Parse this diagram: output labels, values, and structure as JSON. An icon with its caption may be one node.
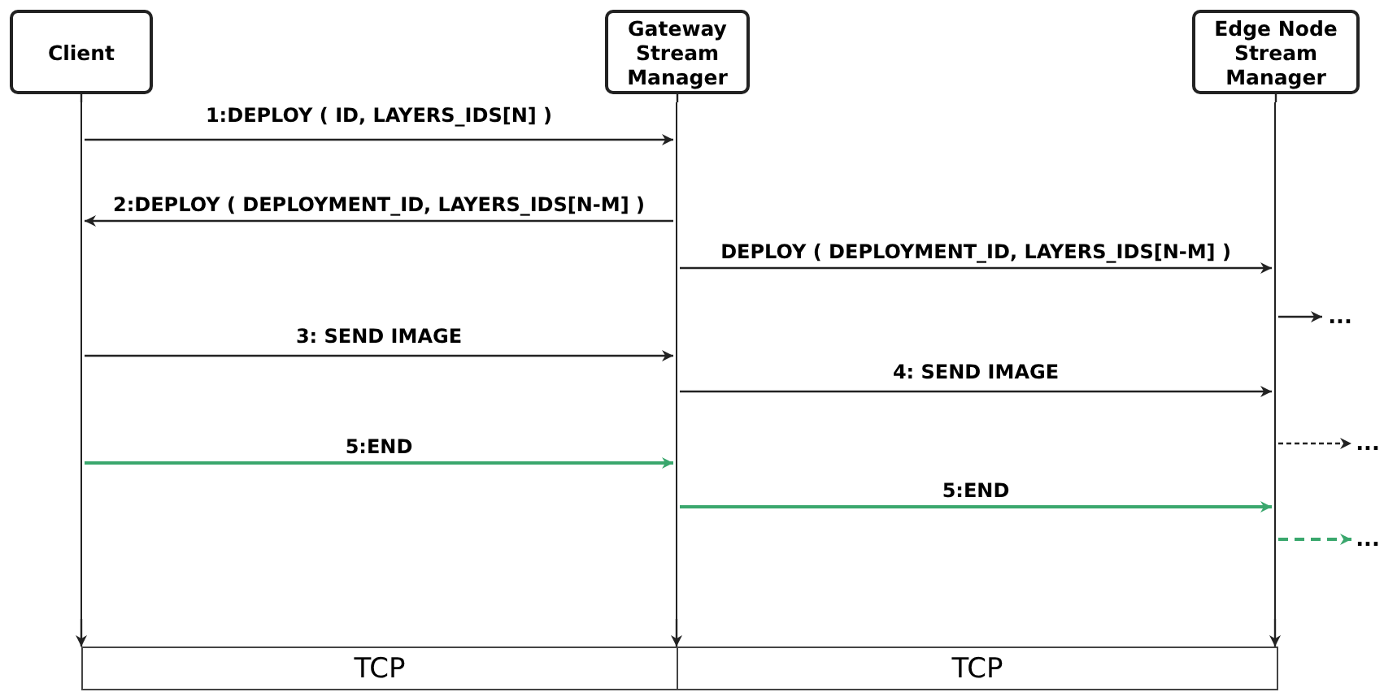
{
  "diagram": {
    "nodes": [
      {
        "text": [
          "Client"
        ]
      },
      {
        "text": [
          "Gateway Stream Manager"
        ]
      },
      {
        "text": [
          "Edge Node Stream Manager"
        ]
      },
      {
        "text": [
          "TCP"
        ]
      },
      {
        "text": [
          "TCP"
        ]
      },
      {
        "text": [
          "..."
        ]
      },
      {
        "text": [
          "..."
        ]
      },
      {
        "text": [
          "..."
        ]
      },
      {
        "text": [],
        "shape": "line"
      },
      {
        "text": [],
        "shape": "line"
      },
      {
        "text": [],
        "shape": "line"
      }
    ],
    "edges": [
      {
        "from": 0,
        "to": 8,
        "arrow": "none"
      },
      {
        "from": 8,
        "to": 3,
        "arrow": "to"
      },
      {
        "from": 1,
        "to": 9,
        "arrow": "none"
      },
      {
        "from": 9,
        "to": 4,
        "arrow": "to"
      },
      {
        "from": 2,
        "to": 10,
        "arrow": "none"
      },
      {
        "from": 10,
        "to": 4,
        "arrow": "to"
      },
      {
        "from": 8,
        "to": 9,
        "arrow": "to",
        "label": "1:DEPLOY ( ID, LAYERS_IDS[N] )"
      },
      {
        "from": 9,
        "to": 8,
        "arrow": "to",
        "label": "2:DEPLOY ( DEPLOYMENT_ID, LAYERS_IDS[N-M] )"
      },
      {
        "from": 9,
        "to": 10,
        "arrow": "to",
        "label": "DEPLOY ( DEPLOYMENT_ID, LAYERS_IDS[N-M] )"
      },
      {
        "from": 10,
        "to": 5,
        "arrow": "to"
      },
      {
        "from": 8,
        "to": 9,
        "arrow": "to",
        "label": "3: SEND IMAGE"
      },
      {
        "from": 9,
        "to": 10,
        "arrow": "to",
        "label": "4: SEND IMAGE"
      },
      {
        "from": 10,
        "to": 6,
        "arrow": "to",
        "style": "dashed"
      },
      {
        "from": 8,
        "to": 9,
        "arrow": "to",
        "label": "5:END",
        "color": "#3aa76d"
      },
      {
        "from": 9,
        "to": 10,
        "arrow": "to",
        "label": "5:END",
        "color": "#3aa76d"
      },
      {
        "from": 10,
        "to": 7,
        "arrow": "to",
        "style": "dashed",
        "color": "#3aa76d"
      }
    ]
  }
}
